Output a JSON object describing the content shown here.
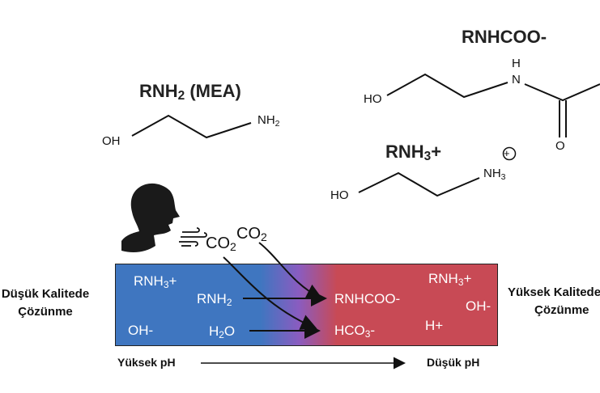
{
  "molecules": {
    "mea": {
      "title_main": "RNH",
      "title_sub": "2",
      "title_tail": " (MEA)",
      "oh": "OH",
      "nh_main": "NH",
      "nh_sub": "2"
    },
    "carbamate": {
      "title": "RNHCOO-",
      "ho": "HO",
      "h": "H",
      "n": "N",
      "o": "O"
    },
    "ammonium": {
      "title_main": "RNH",
      "title_sub": "3",
      "title_tail": "+",
      "ho": "HO",
      "nh_main": "NH",
      "nh_sub": "3",
      "charge": "+"
    }
  },
  "gas": {
    "co2_main": "CO",
    "co2_sub": "2"
  },
  "band": {
    "left_color": "#3f76c0",
    "right_color": "#c84a55",
    "mid_color": "#8a5cc0",
    "rnh3_left_main": "RNH",
    "rnh3_left_sub": "3",
    "rnh3_left_tail": "+",
    "rnh2_main": "RNH",
    "rnh2_sub": "2",
    "oh_left": "OH-",
    "h2o_main": "H",
    "h2o_sub": "2",
    "h2o_tail": "O",
    "rnhcoo": "RNHCOO-",
    "hco3_main": "HCO",
    "hco3_sub": "3",
    "hco3_tail": "-",
    "rnh3_right_main": "RNH",
    "rnh3_right_sub": "3",
    "rnh3_right_tail": "+",
    "oh_right": "OH-",
    "h_plus": "H+"
  },
  "sides": {
    "left_line1": "Düşük Kalitede",
    "left_line2": "Çözünme",
    "right_line1": "Yüksek Kalitede",
    "right_line2": "Çözünme"
  },
  "ph": {
    "high": "Yüksek pH",
    "low": "Düşük pH"
  }
}
